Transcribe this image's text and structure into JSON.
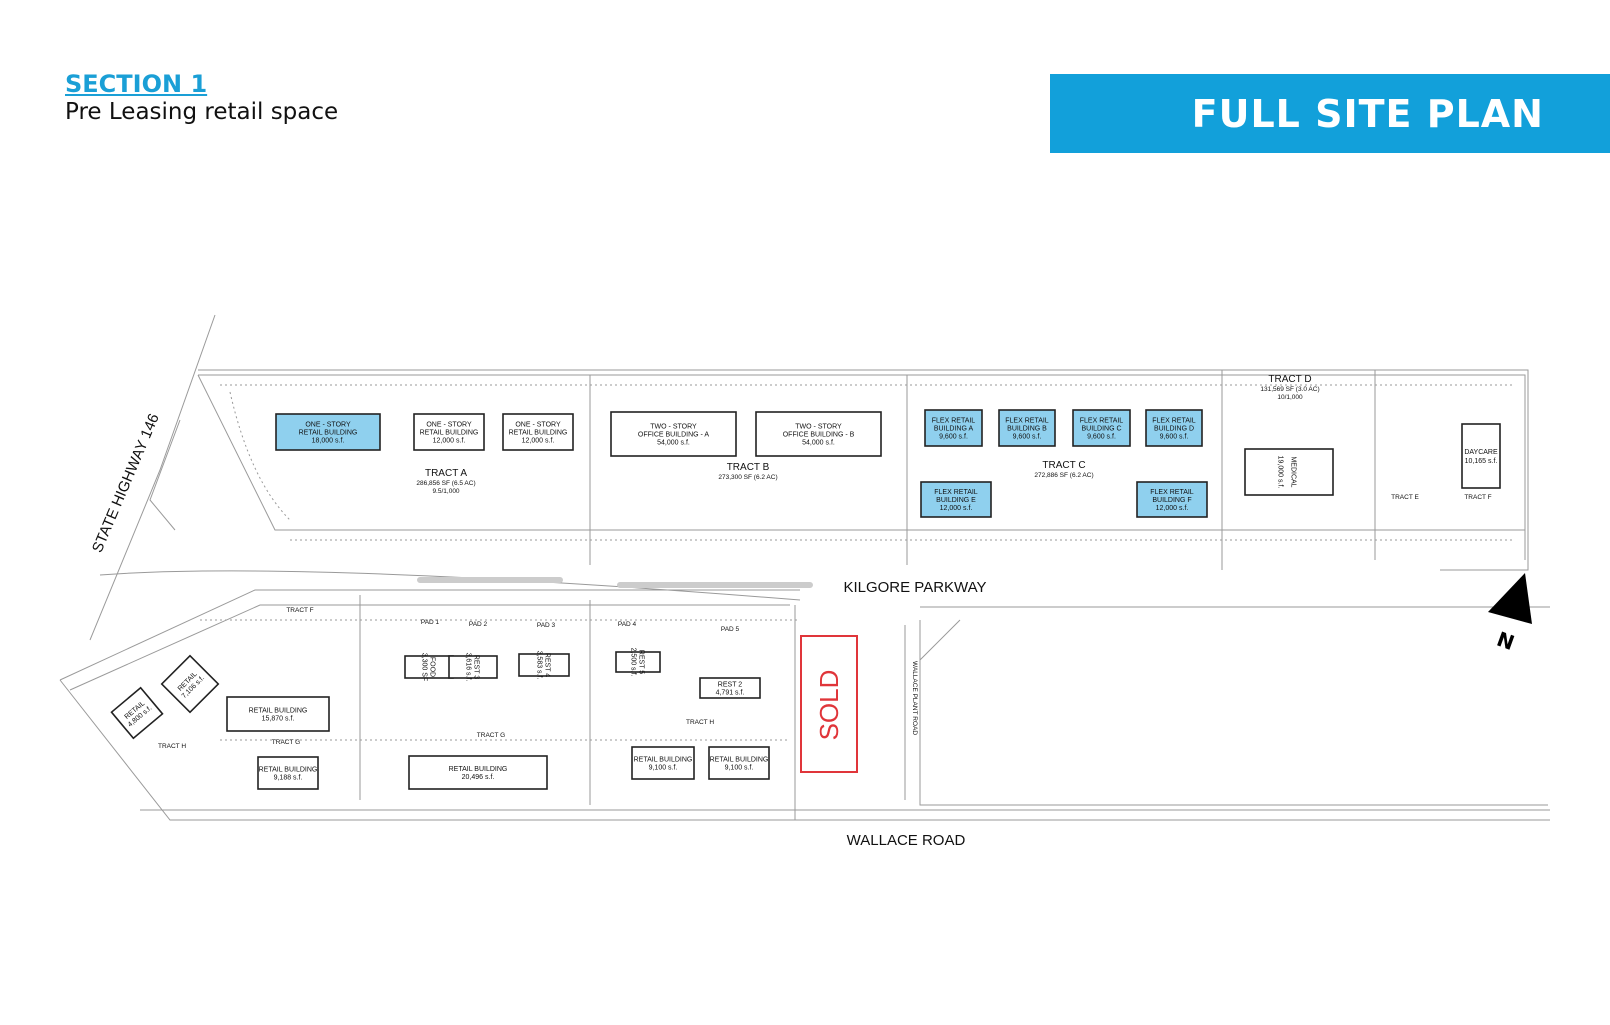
{
  "header": {
    "section_label": "SECTION 1",
    "subtitle": "Pre Leasing retail space",
    "banner_title": "FULL SITE PLAN"
  },
  "colors": {
    "accent": "#12a0da",
    "leased_building": "#8fd0ee",
    "sold": "#e0353a"
  },
  "roads": {
    "north": "KILGORE PARKWAY",
    "south": "WALLACE ROAD",
    "west": "STATE HIGHWAY 146",
    "east": "WALLACE PLANT ROAD"
  },
  "north_arrow": "N",
  "sold_label": "SOLD",
  "buildings": [
    {
      "lines": [
        "ONE - STORY",
        "RETAIL BUILDING",
        "18,000 s.f."
      ],
      "highlight": true
    },
    {
      "lines": [
        "ONE - STORY",
        "RETAIL BUILDING",
        "12,000 s.f."
      ],
      "highlight": false
    },
    {
      "lines": [
        "ONE - STORY",
        "RETAIL BUILDING",
        "12,000 s.f."
      ],
      "highlight": false
    },
    {
      "lines": [
        "TWO - STORY",
        "OFFICE BUILDING - A",
        "54,000 s.f."
      ],
      "highlight": false
    },
    {
      "lines": [
        "TWO - STORY",
        "OFFICE BUILDING - B",
        "54,000 s.f."
      ],
      "highlight": false
    },
    {
      "lines": [
        "FLEX RETAIL",
        "BUILDING A",
        "9,600 s.f."
      ],
      "highlight": true
    },
    {
      "lines": [
        "FLEX RETAIL",
        "BUILDING B",
        "9,600 s.f."
      ],
      "highlight": true
    },
    {
      "lines": [
        "FLEX RETAIL",
        "BUILDING C",
        "9,600 s.f."
      ],
      "highlight": true
    },
    {
      "lines": [
        "FLEX RETAIL",
        "BUILDING D",
        "9,600 s.f."
      ],
      "highlight": true
    },
    {
      "lines": [
        "FLEX RETAIL",
        "BUILDING E",
        "12,000 s.f."
      ],
      "highlight": true
    },
    {
      "lines": [
        "FLEX RETAIL",
        "BUILDING F",
        "12,000 s.f."
      ],
      "highlight": true
    },
    {
      "lines": [
        "MEDICAL",
        "19,000 s.f."
      ],
      "highlight": false
    },
    {
      "lines": [
        "DAYCARE",
        "10,165 s.f."
      ],
      "highlight": false
    },
    {
      "lines": [
        "RETAIL BUILDING",
        "15,870 s.f."
      ],
      "highlight": false
    },
    {
      "lines": [
        "RETAIL BUILDING",
        "9,188 s.f."
      ],
      "highlight": false
    },
    {
      "lines": [
        "RETAIL BUILDING",
        "20,496 s.f."
      ],
      "highlight": false
    },
    {
      "lines": [
        "RETAIL BUILDING",
        "9,100 s.f."
      ],
      "highlight": false
    },
    {
      "lines": [
        "RETAIL BUILDING",
        "9,100 s.f."
      ],
      "highlight": false
    },
    {
      "lines": [
        "REST 2",
        "4,791 s.f."
      ],
      "highlight": false
    },
    {
      "lines": [
        "FOOD",
        "3,300 SF"
      ],
      "highlight": false
    },
    {
      "lines": [
        "REST 3",
        "3,616 s.f."
      ],
      "highlight": false
    },
    {
      "lines": [
        "REST 4",
        "3,583 s.f."
      ],
      "highlight": false
    },
    {
      "lines": [
        "REST 5",
        "2,500 s.f."
      ],
      "highlight": false
    },
    {
      "lines": [
        "RETAIL",
        "7,106 s.f."
      ],
      "highlight": false
    },
    {
      "lines": [
        "RETAIL",
        "4,800 s.f."
      ],
      "highlight": false
    }
  ],
  "tracts": [
    {
      "name": "TRACT A",
      "lines": [
        "286,856 SF (6.5 AC)",
        "9.5/1,000"
      ]
    },
    {
      "name": "TRACT B",
      "lines": [
        "273,300 SF (6.2 AC)"
      ]
    },
    {
      "name": "TRACT C",
      "lines": [
        "272,886 SF (6.2 AC)"
      ]
    },
    {
      "name": "TRACT D",
      "lines": [
        "131,569 SF (3.0 AC)",
        "10/1,000"
      ]
    },
    {
      "name": "TRACT E",
      "lines": []
    },
    {
      "name": "TRACT F",
      "lines": []
    },
    {
      "name": "TRACT F",
      "lines": []
    },
    {
      "name": "TRACT G",
      "lines": []
    },
    {
      "name": "TRACT G",
      "lines": []
    },
    {
      "name": "TRACT H",
      "lines": []
    },
    {
      "name": "TRACT H",
      "lines": []
    },
    {
      "name": "PAD 1",
      "lines": []
    },
    {
      "name": "PAD 2",
      "lines": []
    },
    {
      "name": "PAD 3",
      "lines": []
    },
    {
      "name": "PAD 4",
      "lines": []
    },
    {
      "name": "PAD 5",
      "lines": []
    }
  ]
}
